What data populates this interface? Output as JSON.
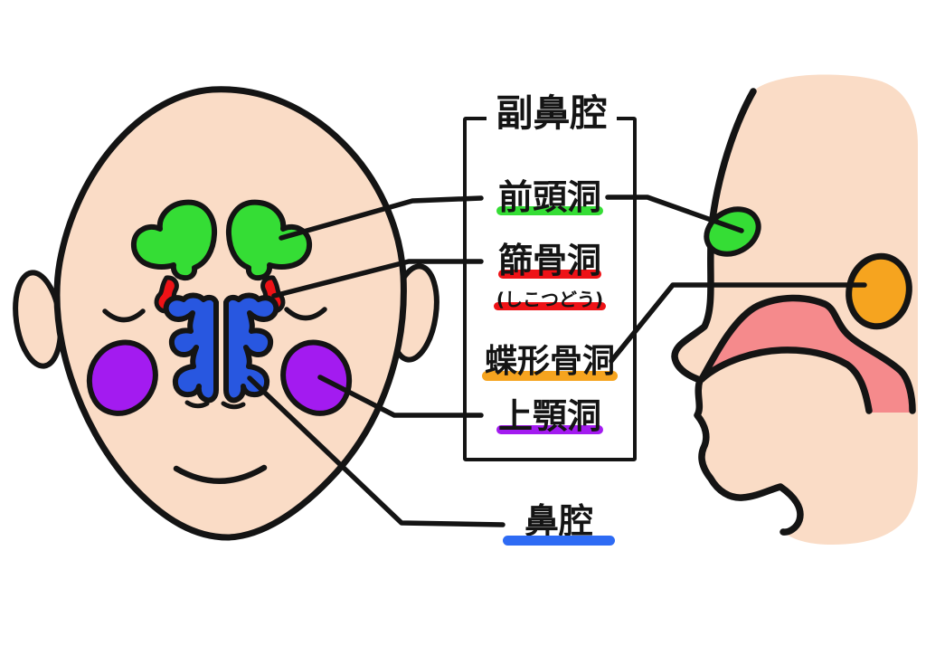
{
  "title": "副鼻腔",
  "legend": {
    "items": [
      {
        "id": "frontal-sinus",
        "label": "前頭洞",
        "color": "#35dd35"
      },
      {
        "id": "ethmoid-sinus",
        "label": "篩骨洞",
        "reading": "(しこつどう)",
        "color": "#ee1216"
      },
      {
        "id": "sphenoid-sinus",
        "label": "蝶形骨洞",
        "color": "#f6a41f"
      },
      {
        "id": "maxillary-sinus",
        "label": "上顎洞",
        "color": "#a31bf0"
      }
    ],
    "outside_item": {
      "id": "nasal-cavity",
      "label": "鼻腔",
      "color": "#2e6bf4"
    }
  },
  "colors": {
    "outline": "#141414",
    "skin": "#fadcc6",
    "frontal": "#35dd35",
    "ethmoid": "#ee1216",
    "nasal": "#2857e0",
    "maxillary": "#a31bf0",
    "sphenoid": "#f6a41f",
    "pharynx": "#f58a8c"
  }
}
